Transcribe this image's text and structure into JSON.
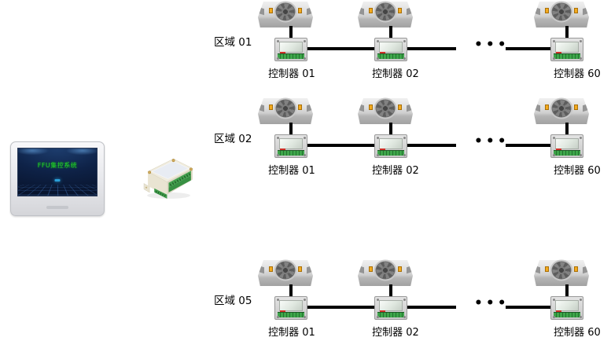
{
  "hmi": {
    "screen_title": "FFU集控系统"
  },
  "ellipsis": "•••",
  "rows": [
    {
      "region_label": "区域 01",
      "controller_labels": [
        "控制器 01",
        "控制器 02",
        "控制器 60"
      ]
    },
    {
      "region_label": "区域 02",
      "controller_labels": [
        "控制器 01",
        "控制器 02",
        "控制器 60"
      ]
    },
    {
      "region_label": "区域 05",
      "controller_labels": [
        "控制器 01",
        "控制器 02",
        "控制器 60"
      ]
    }
  ],
  "colors": {
    "bus_line": "#000000",
    "terminal_green": "#3da64a",
    "warning_yellow": "#f3a91d",
    "screen_navy": "#0e2247",
    "screen_text_green": "#25d62c",
    "device_gray": "#d8d8d8"
  }
}
